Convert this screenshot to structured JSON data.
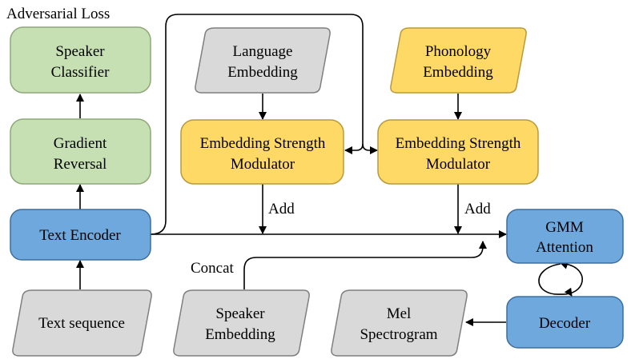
{
  "nodes": {
    "speaker_classifier": {
      "line1": "Speaker",
      "line2": "Classifier"
    },
    "gradient_reversal": {
      "line1": "Gradient",
      "line2": "Reversal"
    },
    "text_encoder": {
      "line1": "Text Encoder"
    },
    "text_sequence": {
      "line1": "Text sequence"
    },
    "language_embedding": {
      "line1": "Language",
      "line2": "Embedding"
    },
    "phonology_embedding": {
      "line1": "Phonology",
      "line2": "Embedding"
    },
    "esm_left": {
      "line1": "Embedding Strength",
      "line2": "Modulator"
    },
    "esm_right": {
      "line1": "Embedding Strength",
      "line2": "Modulator"
    },
    "gmm_attention": {
      "line1": "GMM",
      "line2": "Attention"
    },
    "decoder": {
      "line1": "Decoder"
    },
    "speaker_embedding": {
      "line1": "Speaker",
      "line2": "Embedding"
    },
    "mel_spectrogram": {
      "line1": "Mel",
      "line2": "Spectrogram"
    }
  },
  "labels": {
    "adversarial_loss": "Adversarial Loss",
    "add_left": "Add",
    "add_right": "Add",
    "concat": "Concat"
  },
  "colors": {
    "green_fill": "#c6e0b4",
    "green_stroke": "#8fa87a",
    "blue_fill": "#6fa8dc",
    "blue_stroke": "#3c6e9e",
    "yellow_fill": "#ffd966",
    "yellow_stroke": "#b89a3c",
    "gray_fill": "#d9d9d9",
    "gray_stroke": "#7f7f7f",
    "line": "#000000"
  }
}
